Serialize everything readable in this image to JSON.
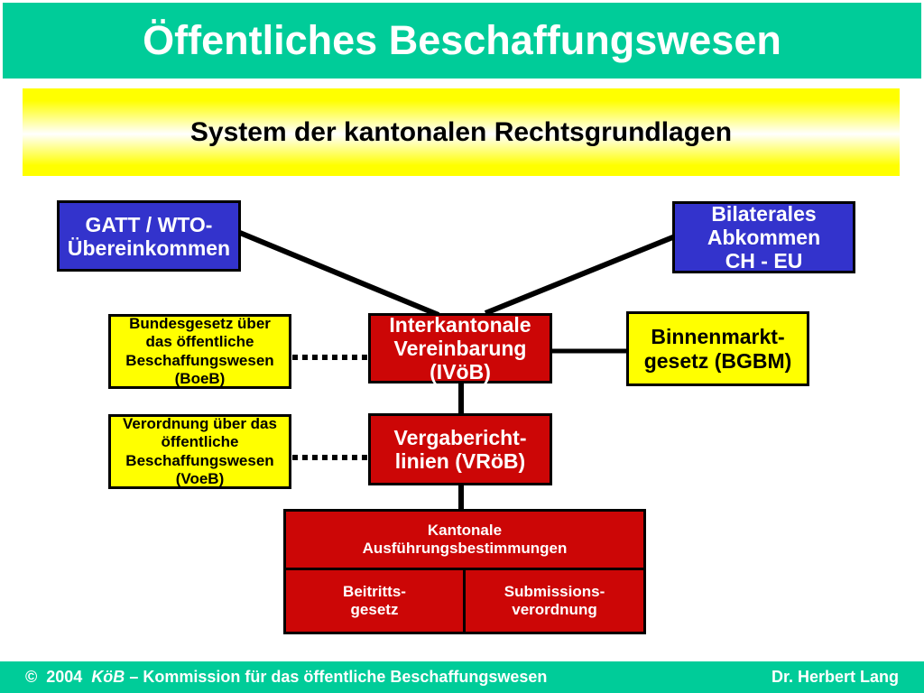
{
  "header": {
    "title": "Öffentliches Beschaffungswesen"
  },
  "banner": {
    "subtitle": "System der kantonalen Rechtsgrundlagen"
  },
  "nodes": {
    "gatt": "GATT / WTO-\nÜbereinkommen",
    "bilateral": "Bilaterales\nAbkommen\nCH - EU",
    "ivoeb": "Interkantonale\nVereinbarung\n(IVöB)",
    "boeb": "Bundesgesetz über\ndas öffentliche\nBeschaffungswesen\n(BoeB)",
    "voeb": "Verordnung über das\nöffentliche\nBeschaffungswesen\n(VoeB)",
    "bgbm": "Binnenmarkt-\ngesetz (BGBM)",
    "vroeb": "Vergabericht-\nlinien (VRöB)",
    "kantonale": "Kantonale\nAusführungsbestimmungen",
    "beitritt": "Beitritts-\ngesetz",
    "submission": "Submissions-\nverordnung"
  },
  "footer": {
    "copyright": "©  2004  ",
    "org_abbr": "KöB",
    "org_rest": " – Kommission für das öffentliche Beschaffungswesen",
    "author": "Dr. Herbert Lang"
  },
  "colors": {
    "band_teal": "#00CC99",
    "band_yellow": "#FFFF00",
    "box_blue": "#3333CC",
    "box_red": "#CC0606",
    "box_yellow": "#FFFF00",
    "line_black": "#000000",
    "title_text": "#FFFFFF",
    "subtitle_text": "#000000"
  }
}
